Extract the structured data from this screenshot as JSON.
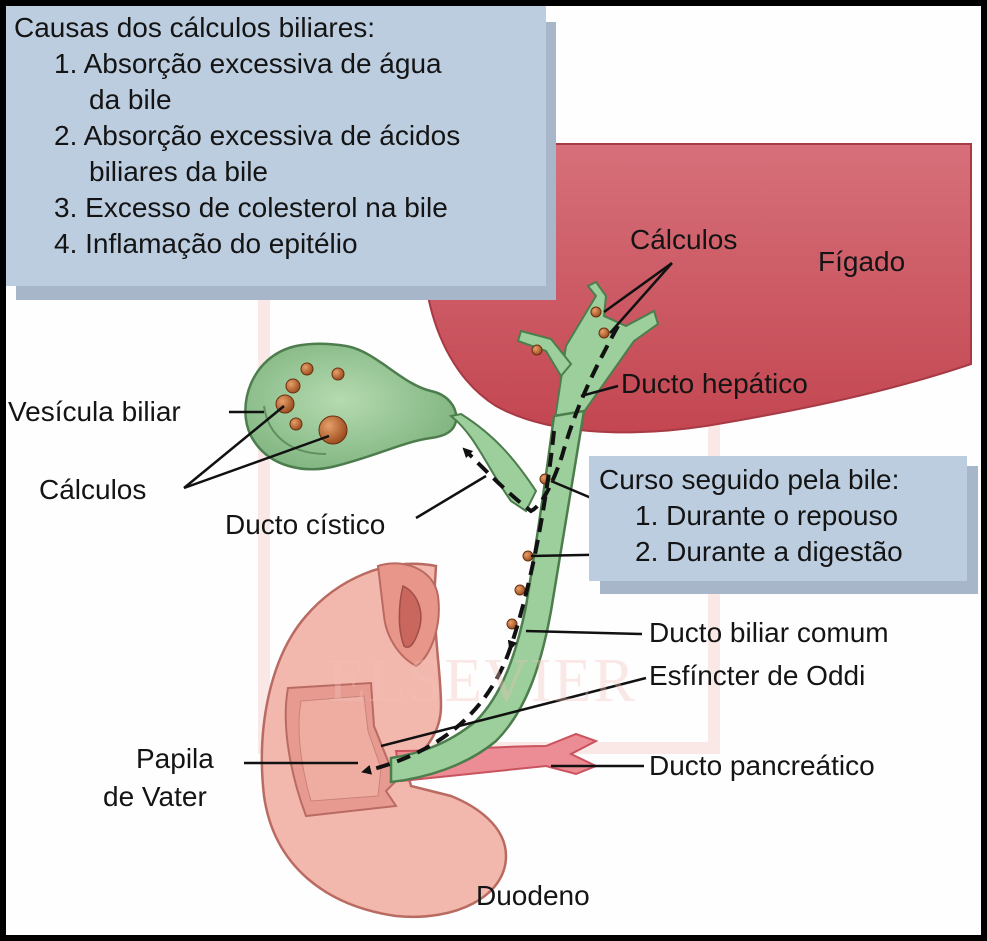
{
  "causes_box": {
    "heading": "Causas dos cálculos biliares:",
    "items": [
      {
        "number": "1.",
        "line1": "Absorção excessiva de água",
        "line2": "da bile"
      },
      {
        "number": "2.",
        "line1": "Absorção excessiva de ácidos",
        "line2": "biliares da bile"
      },
      {
        "number": "3.",
        "line1": "Excesso de colesterol na bile"
      },
      {
        "number": "4.",
        "line1": "Inflamação do epitélio"
      }
    ]
  },
  "bile_course_box": {
    "heading": "Curso seguido pela bile:",
    "items": [
      "1. Durante o repouso",
      "2. Durante a digestão"
    ]
  },
  "labels": {
    "liver": "Fígado",
    "stones_liver": "Cálculos",
    "hepatic_duct": "Ducto hepático",
    "gallbladder": "Vesícula biliar",
    "stones_gallbladder": "Cálculos",
    "cystic_duct": "Ducto cístico",
    "common_bile_duct": "Ducto biliar comum",
    "sphincter_oddi": "Esfíncter de Oddi",
    "papilla_line1": "Papila",
    "papilla_line2": "de Vater",
    "pancreatic_duct": "Ducto pancreático",
    "duodenum": "Duodeno"
  },
  "watermark": "ELSEVIER",
  "colors": {
    "box_fill": "#bccde0",
    "box_shadow": "#a7b6c8",
    "liver": "#c8505a",
    "gallbladder": "#8cbf8c",
    "duct": "#9ccf9c",
    "duodenum": "#f2b7ad",
    "stone": "#b8602a",
    "pancreatic": "#e77a86"
  }
}
